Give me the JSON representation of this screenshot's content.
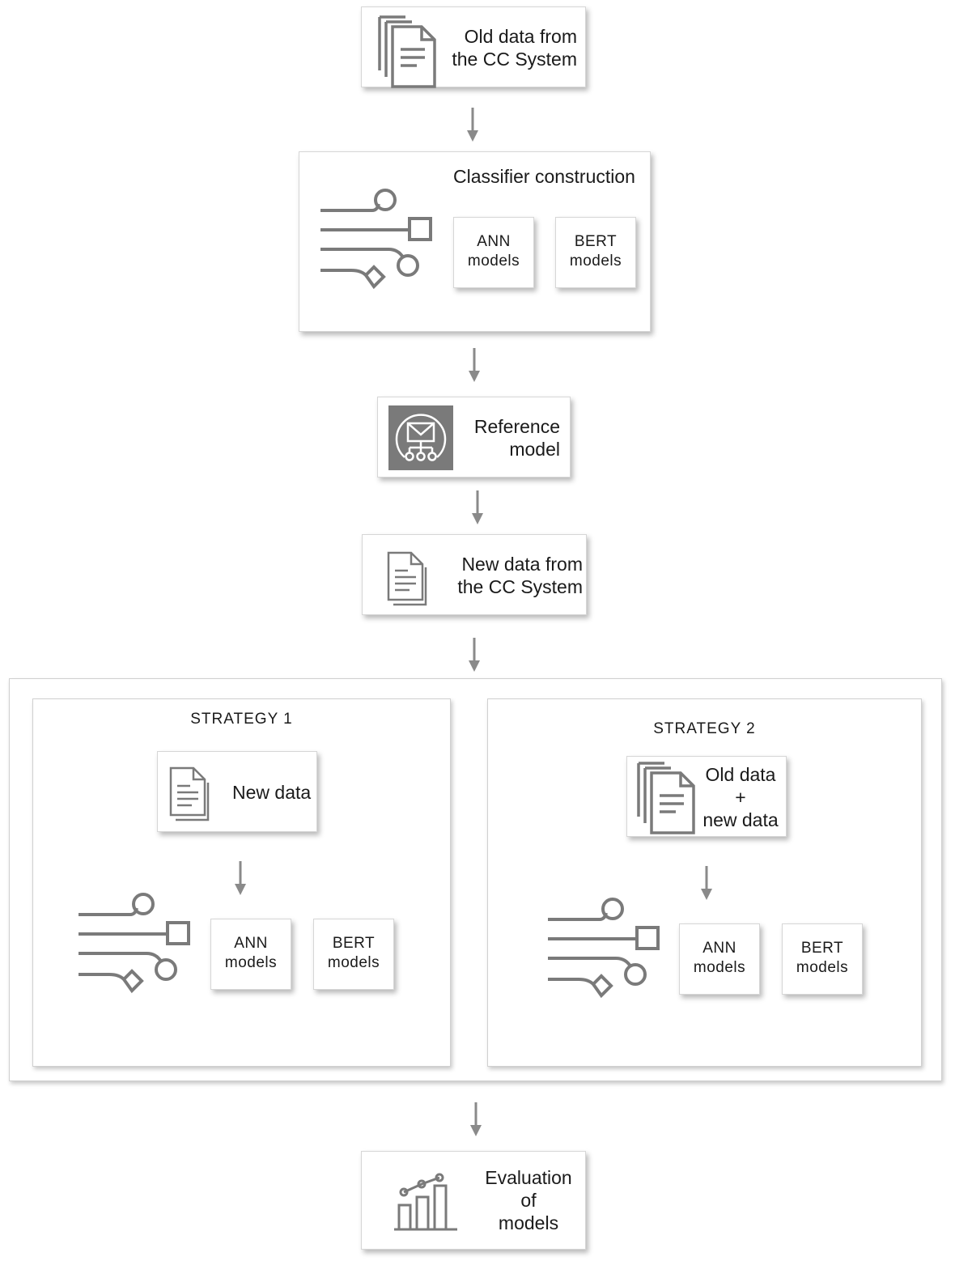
{
  "nodes": {
    "old_data": {
      "line1": "Old data from",
      "line2": "the CC System",
      "icon": "stacked-documents-icon"
    },
    "classifier": {
      "title": "Classifier construction",
      "icon": "circuit-network-icon",
      "ann": {
        "line1": "ANN",
        "line2": "models"
      },
      "bert": {
        "line1": "BERT",
        "line2": "models"
      }
    },
    "reference": {
      "line1": "Reference",
      "line2": "model",
      "icon": "email-network-icon"
    },
    "new_data": {
      "line1": "New data from",
      "line2": "the CC System",
      "icon": "documents-icon"
    },
    "strategy1": {
      "title": "STRATEGY 1",
      "data_label": "New data",
      "ann": {
        "line1": "ANN",
        "line2": "models"
      },
      "bert": {
        "line1": "BERT",
        "line2": "models"
      }
    },
    "strategy2": {
      "title": "STRATEGY 2",
      "data_line1": "Old data",
      "data_line2": "+",
      "data_line3": "new data",
      "ann": {
        "line1": "ANN",
        "line2": "models"
      },
      "bert": {
        "line1": "BERT",
        "line2": "models"
      }
    },
    "evaluation": {
      "line1": "Evaluation",
      "line2": "of",
      "line3": "models",
      "icon": "bar-chart-icon"
    }
  },
  "colors": {
    "icon": "#7a7a7a",
    "arrow": "#8a8a8a",
    "text": "#1a1a1a"
  }
}
